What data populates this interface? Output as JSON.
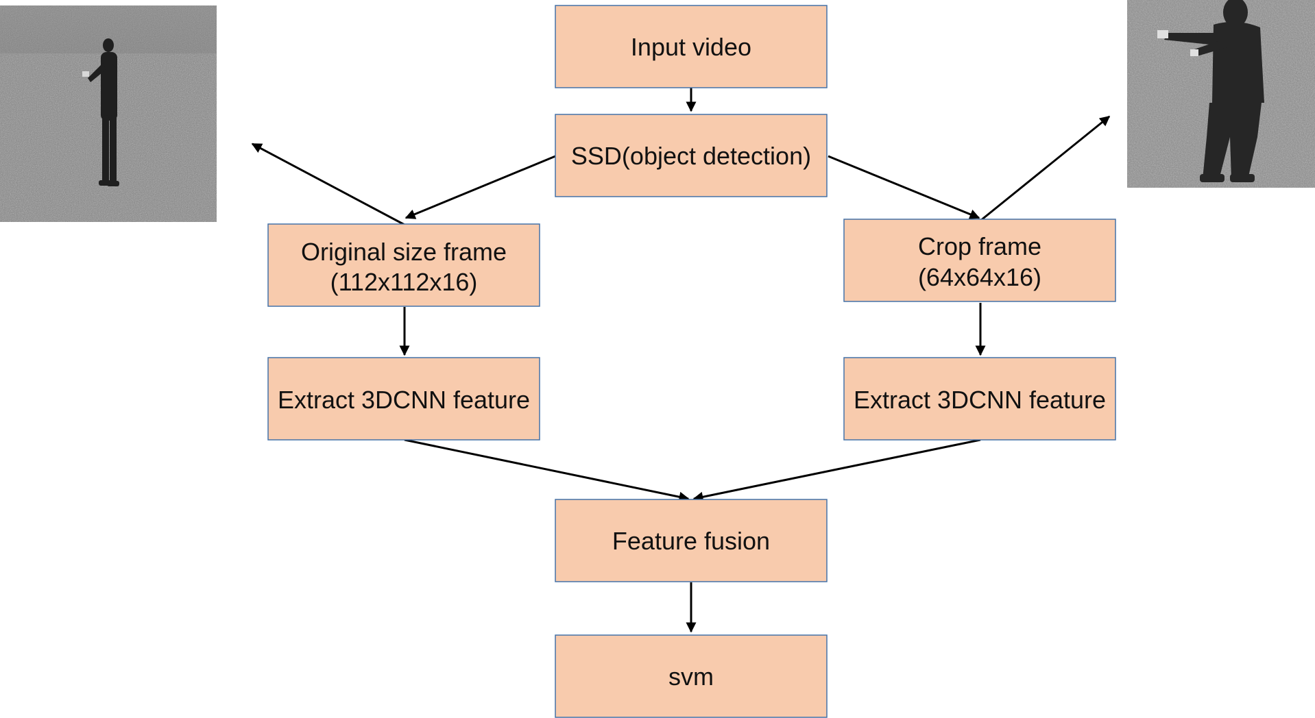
{
  "diagram": {
    "colors": {
      "box_fill": "#F8CBAD",
      "box_stroke": "#4472A8",
      "arrow": "#000000",
      "text": "#111111"
    },
    "nodes": {
      "input_video": {
        "lines": [
          "Input video"
        ]
      },
      "ssd": {
        "lines": [
          "SSD(object detection)"
        ]
      },
      "original_frame": {
        "lines": [
          "Original size frame",
          "(112x112x16)"
        ]
      },
      "crop_frame": {
        "lines": [
          "Crop frame",
          "(64x64x16)"
        ]
      },
      "extract_left": {
        "lines": [
          "Extract 3DCNN feature"
        ]
      },
      "extract_right": {
        "lines": [
          "Extract 3DCNN feature"
        ]
      },
      "feature_fusion": {
        "lines": [
          "Feature fusion"
        ]
      },
      "svm": {
        "lines": [
          "svm"
        ]
      }
    },
    "edges": [
      {
        "from": "input_video",
        "to": "ssd"
      },
      {
        "from": "ssd",
        "to": "original_frame"
      },
      {
        "from": "ssd",
        "to": "crop_frame"
      },
      {
        "from": "original_frame",
        "to": "extract_left"
      },
      {
        "from": "crop_frame",
        "to": "extract_right"
      },
      {
        "from": "extract_left",
        "to": "feature_fusion"
      },
      {
        "from": "extract_right",
        "to": "feature_fusion"
      },
      {
        "from": "feature_fusion",
        "to": "svm"
      },
      {
        "from": "original_frame",
        "to": "photo_full_frame"
      },
      {
        "from": "crop_frame",
        "to": "photo_cropped_frame"
      }
    ],
    "images": {
      "photo_full_frame": {
        "subject": "grayscale video frame of a person standing on grass"
      },
      "photo_cropped_frame": {
        "subject": "grayscale cropped video frame of a person on grass"
      }
    }
  }
}
